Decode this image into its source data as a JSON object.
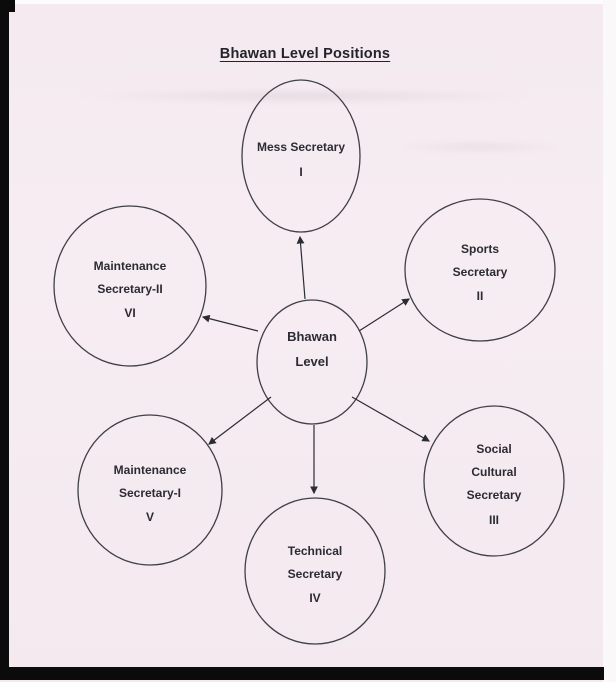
{
  "page": {
    "title": "Bhawan Level Positions"
  },
  "colors": {
    "paper": "#f5ebf1",
    "ink": "#2b2b33",
    "line": "#3f3f46"
  },
  "center": {
    "line1": "Bhawan",
    "line2": "Level"
  },
  "nodes": [
    {
      "id": "mess-secretary",
      "title": "Mess Secretary",
      "numeral": "I"
    },
    {
      "id": "sports-secretary",
      "title": "Sports Secretary",
      "numeral": "II"
    },
    {
      "id": "social-cultural-secretary",
      "title": "Social Cultural Secretary",
      "numeral": "III"
    },
    {
      "id": "technical-secretary",
      "title": "Technical Secretary",
      "numeral": "IV"
    },
    {
      "id": "maintenance-secretary-1",
      "title": "Maintenance Secretary-I",
      "numeral": "V"
    },
    {
      "id": "maintenance-secretary-2",
      "title": "Maintenance Secretary-II",
      "numeral": "VI"
    }
  ]
}
